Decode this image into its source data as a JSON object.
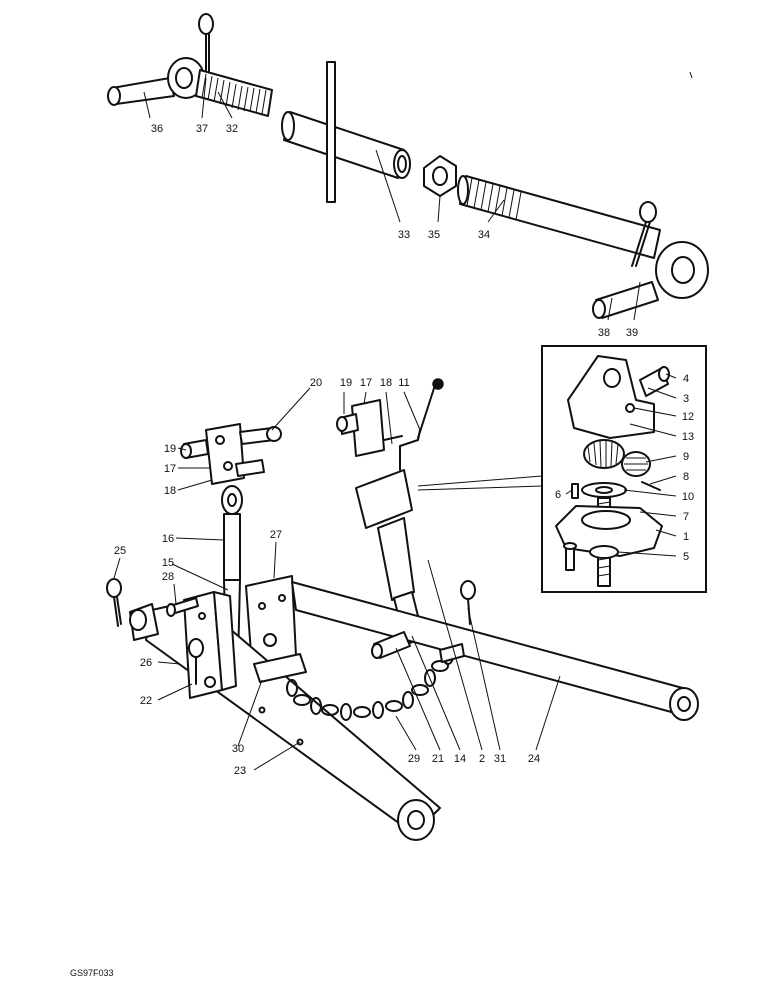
{
  "drawing_code": "GS97F033",
  "callouts": {
    "c36": "36",
    "c37": "37",
    "c32": "32",
    "c33": "33",
    "c35": "35",
    "c34": "34",
    "c38": "38",
    "c39": "39",
    "c20": "20",
    "c19a": "19",
    "c17a": "17",
    "c18a": "18",
    "c19b": "19",
    "c17b": "17",
    "c18b": "18",
    "c11": "11",
    "c16": "16",
    "c27": "27",
    "c25": "25",
    "c15": "15",
    "c28": "28",
    "c26": "26",
    "c22": "22",
    "c30": "30",
    "c23": "23",
    "c29": "29",
    "c21": "21",
    "c14": "14",
    "c2": "2",
    "c31": "31",
    "c24": "24",
    "c4": "4",
    "c3": "3",
    "c12": "12",
    "c13": "13",
    "c9": "9",
    "c6": "6",
    "c8": "8",
    "c10": "10",
    "c7": "7",
    "c1": "1",
    "c5": "5"
  }
}
